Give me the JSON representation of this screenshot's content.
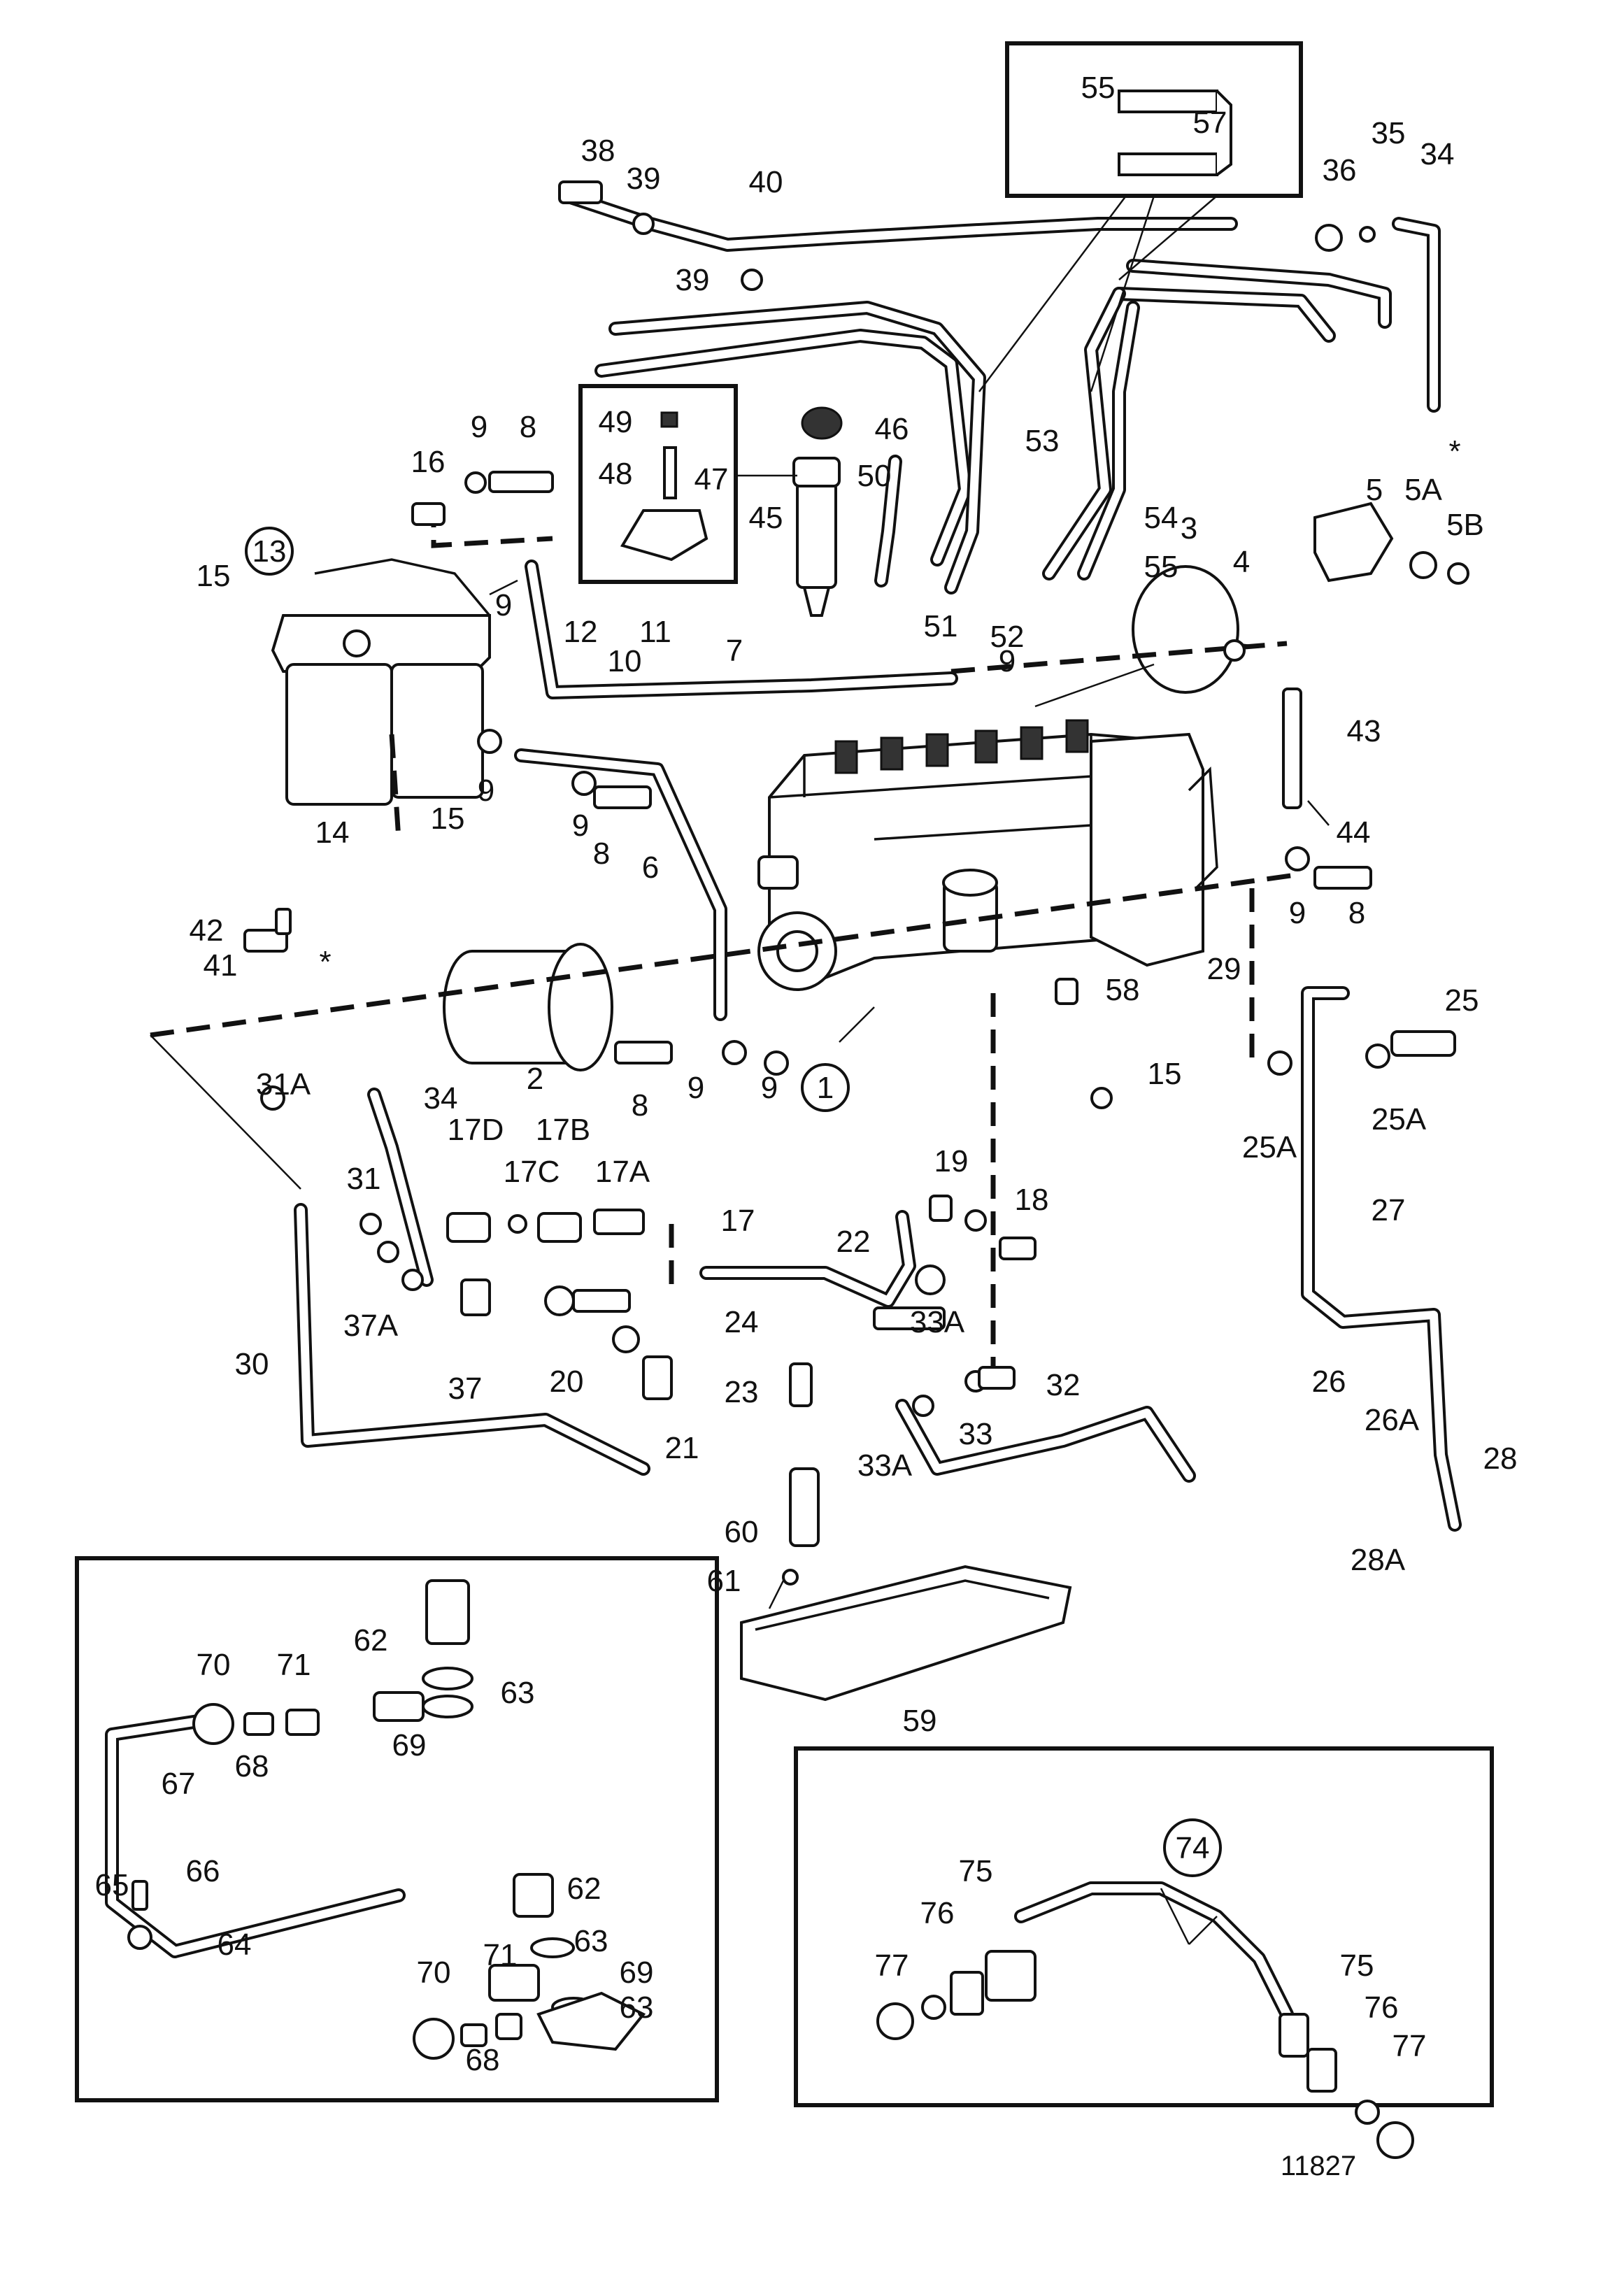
{
  "drawing_number": "11827",
  "callouts": {
    "c1": "1",
    "c2": "2",
    "c3": "3",
    "c4": "4",
    "c5": "5",
    "c5A": "5A",
    "c5B": "5B",
    "c6": "6",
    "c7": "7",
    "c8a": "8",
    "c8b": "8",
    "c8c": "8",
    "c8d": "8",
    "c9a": "9",
    "c9b": "9",
    "c9c": "9",
    "c9d": "9",
    "c9e": "9",
    "c9f": "9",
    "c9g": "9",
    "c9h": "9",
    "c10": "10",
    "c11": "11",
    "c12": "12",
    "c13": "13",
    "c14": "14",
    "c15a": "15",
    "c15b": "15",
    "c15c": "15",
    "c16": "16",
    "c17": "17",
    "c17A": "17A",
    "c17B": "17B",
    "c17C": "17C",
    "c17D": "17D",
    "c18": "18",
    "c19": "19",
    "c20": "20",
    "c21": "21",
    "c22": "22",
    "c23": "23",
    "c24": "24",
    "c25": "25",
    "c25Aa": "25A",
    "c25Ab": "25A",
    "c26": "26",
    "c26A": "26A",
    "c27": "27",
    "c28": "28",
    "c28A": "28A",
    "c29": "29",
    "c30": "30",
    "c31": "31",
    "c31A": "31A",
    "c32": "32",
    "c33": "33",
    "c33Aa": "33A",
    "c33Ab": "33A",
    "c34a": "34",
    "c34b": "34",
    "c35": "35",
    "c36": "36",
    "c37": "37",
    "c37A": "37A",
    "c38": "38",
    "c39a": "39",
    "c39b": "39",
    "c40": "40",
    "c41": "41",
    "c42": "42",
    "c43": "43",
    "c44": "44",
    "c45": "45",
    "c46": "46",
    "c47": "47",
    "c48": "48",
    "c49": "49",
    "c50": "50",
    "c51": "51",
    "c52": "52",
    "c53": "53",
    "c54": "54",
    "c55a": "55",
    "c55b": "55",
    "c57": "57",
    "c58": "58",
    "c59": "59",
    "c60": "60",
    "c61": "61",
    "c62a": "62",
    "c62b": "62",
    "c63a": "63",
    "c63b": "63",
    "c63c": "63",
    "c64": "64",
    "c65": "65",
    "c66": "66",
    "c67": "67",
    "c68a": "68",
    "c68b": "68",
    "c69a": "69",
    "c69b": "69",
    "c70a": "70",
    "c70b": "70",
    "c71a": "71",
    "c71b": "71",
    "c74": "74",
    "c75a": "75",
    "c75b": "75",
    "c76a": "76",
    "c76b": "76",
    "c77a": "77",
    "c77b": "77",
    "star_a": "*",
    "star_b": "*"
  }
}
